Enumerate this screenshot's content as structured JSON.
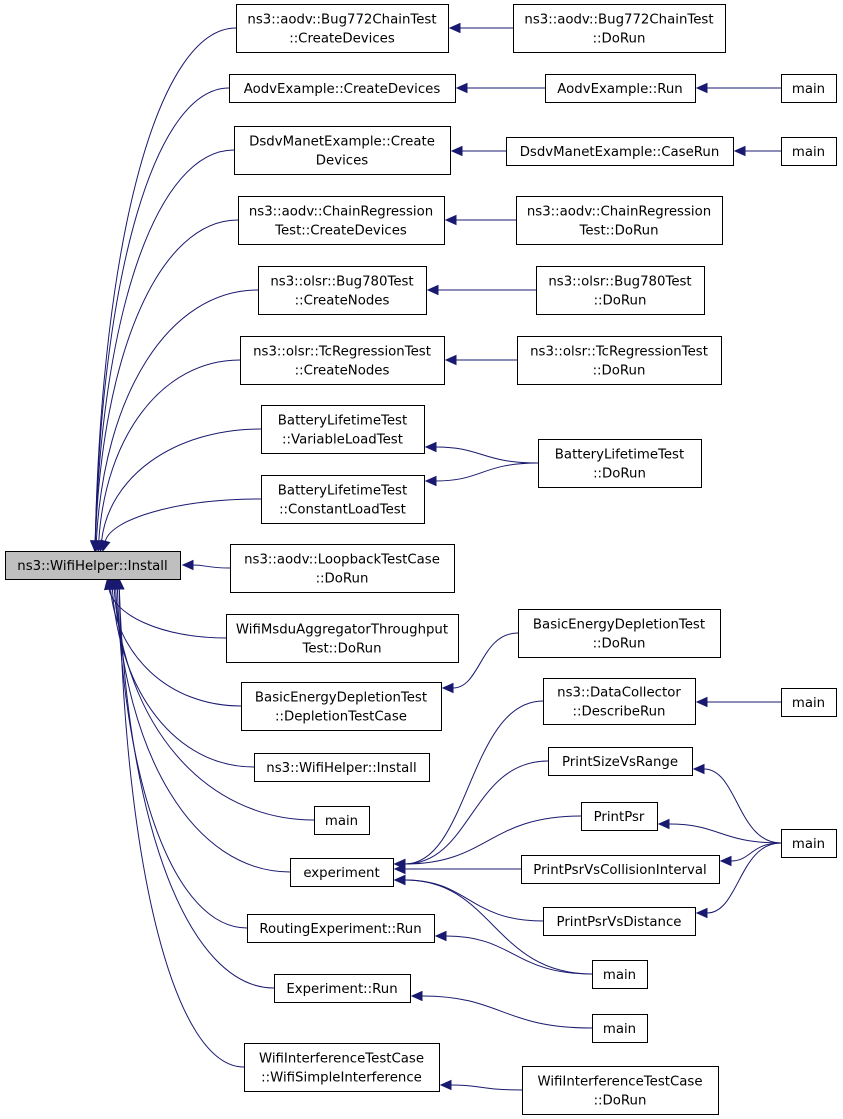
{
  "graph": {
    "root": {
      "id": "root",
      "lines": [
        "ns3::WifiHelper::Install"
      ]
    },
    "nodes": [
      {
        "id": "n1a",
        "lines": [
          "ns3::aodv::Bug772ChainTest",
          "::CreateDevices"
        ]
      },
      {
        "id": "n1b",
        "lines": [
          "ns3::aodv::Bug772ChainTest",
          "::DoRun"
        ]
      },
      {
        "id": "n2a",
        "lines": [
          "AodvExample::CreateDevices"
        ]
      },
      {
        "id": "n2b",
        "lines": [
          "AodvExample::Run"
        ]
      },
      {
        "id": "n2c",
        "lines": [
          "main"
        ]
      },
      {
        "id": "n3a",
        "lines": [
          "DsdvManetExample::Create",
          "Devices"
        ]
      },
      {
        "id": "n3b",
        "lines": [
          "DsdvManetExample::CaseRun"
        ]
      },
      {
        "id": "n3c",
        "lines": [
          "main"
        ]
      },
      {
        "id": "n4a",
        "lines": [
          "ns3::aodv::ChainRegression",
          "Test::CreateDevices"
        ]
      },
      {
        "id": "n4b",
        "lines": [
          "ns3::aodv::ChainRegression",
          "Test::DoRun"
        ]
      },
      {
        "id": "n5a",
        "lines": [
          "ns3::olsr::Bug780Test",
          "::CreateNodes"
        ]
      },
      {
        "id": "n5b",
        "lines": [
          "ns3::olsr::Bug780Test",
          "::DoRun"
        ]
      },
      {
        "id": "n6a",
        "lines": [
          "ns3::olsr::TcRegressionTest",
          "::CreateNodes"
        ]
      },
      {
        "id": "n6b",
        "lines": [
          "ns3::olsr::TcRegressionTest",
          "::DoRun"
        ]
      },
      {
        "id": "n7a",
        "lines": [
          "BatteryLifetimeTest",
          "::VariableLoadTest"
        ]
      },
      {
        "id": "n7b",
        "lines": [
          "BatteryLifetimeTest",
          "::DoRun"
        ]
      },
      {
        "id": "n8a",
        "lines": [
          "BatteryLifetimeTest",
          "::ConstantLoadTest"
        ]
      },
      {
        "id": "n9a",
        "lines": [
          "ns3::aodv::LoopbackTestCase",
          "::DoRun"
        ]
      },
      {
        "id": "n10a",
        "lines": [
          "WifiMsduAggregatorThroughput",
          "Test::DoRun"
        ]
      },
      {
        "id": "n11b",
        "lines": [
          "BasicEnergyDepletionTest",
          "::DoRun"
        ]
      },
      {
        "id": "n11a",
        "lines": [
          "BasicEnergyDepletionTest",
          "::DepletionTestCase"
        ]
      },
      {
        "id": "n12b",
        "lines": [
          "ns3::DataCollector",
          "::DescribeRun"
        ]
      },
      {
        "id": "n12c",
        "lines": [
          "main"
        ]
      },
      {
        "id": "n13a",
        "lines": [
          "ns3::WifiHelper::Install"
        ]
      },
      {
        "id": "n14b",
        "lines": [
          "PrintSizeVsRange"
        ]
      },
      {
        "id": "n14a",
        "lines": [
          "main"
        ]
      },
      {
        "id": "n15b",
        "lines": [
          "PrintPsr"
        ]
      },
      {
        "id": "n15c",
        "lines": [
          "main"
        ]
      },
      {
        "id": "n16a",
        "lines": [
          "experiment"
        ]
      },
      {
        "id": "n16b",
        "lines": [
          "PrintPsrVsCollisionInterval"
        ]
      },
      {
        "id": "n17b",
        "lines": [
          "PrintPsrVsDistance"
        ]
      },
      {
        "id": "n18a",
        "lines": [
          "RoutingExperiment::Run"
        ]
      },
      {
        "id": "n18b",
        "lines": [
          "main"
        ]
      },
      {
        "id": "n19a",
        "lines": [
          "Experiment::Run"
        ]
      },
      {
        "id": "n19b",
        "lines": [
          "main"
        ]
      },
      {
        "id": "n20a",
        "lines": [
          "WifiInterferenceTestCase",
          "::WifiSimpleInterference"
        ]
      },
      {
        "id": "n20b",
        "lines": [
          "WifiInterferenceTestCase",
          "::DoRun"
        ]
      }
    ],
    "edges": [
      [
        "n1a",
        "root"
      ],
      [
        "n2a",
        "root"
      ],
      [
        "n3a",
        "root"
      ],
      [
        "n4a",
        "root"
      ],
      [
        "n5a",
        "root"
      ],
      [
        "n6a",
        "root"
      ],
      [
        "n7a",
        "root"
      ],
      [
        "n8a",
        "root"
      ],
      [
        "n9a",
        "root"
      ],
      [
        "n10a",
        "root"
      ],
      [
        "n11a",
        "root"
      ],
      [
        "n13a",
        "root"
      ],
      [
        "n14a",
        "root"
      ],
      [
        "n16a",
        "root"
      ],
      [
        "n18a",
        "root"
      ],
      [
        "n19a",
        "root"
      ],
      [
        "n20a",
        "root"
      ],
      [
        "n1b",
        "n1a"
      ],
      [
        "n2b",
        "n2a"
      ],
      [
        "n2c",
        "n2b"
      ],
      [
        "n3b",
        "n3a"
      ],
      [
        "n3c",
        "n3b"
      ],
      [
        "n4b",
        "n4a"
      ],
      [
        "n5b",
        "n5a"
      ],
      [
        "n6b",
        "n6a"
      ],
      [
        "n7b",
        "n7a"
      ],
      [
        "n7b",
        "n8a"
      ],
      [
        "n11b",
        "n11a"
      ],
      [
        "n12b",
        "n16a"
      ],
      [
        "n12c",
        "n12b"
      ],
      [
        "n14b",
        "n16a"
      ],
      [
        "n15b",
        "n16a"
      ],
      [
        "n16b",
        "n16a"
      ],
      [
        "n17b",
        "n16a"
      ],
      [
        "n18b",
        "n16a"
      ],
      [
        "n18b",
        "n18a"
      ],
      [
        "n15c",
        "n14b"
      ],
      [
        "n15c",
        "n15b"
      ],
      [
        "n15c",
        "n16b"
      ],
      [
        "n15c",
        "n17b"
      ],
      [
        "n19b",
        "n19a"
      ],
      [
        "n20b",
        "n20a"
      ]
    ]
  }
}
